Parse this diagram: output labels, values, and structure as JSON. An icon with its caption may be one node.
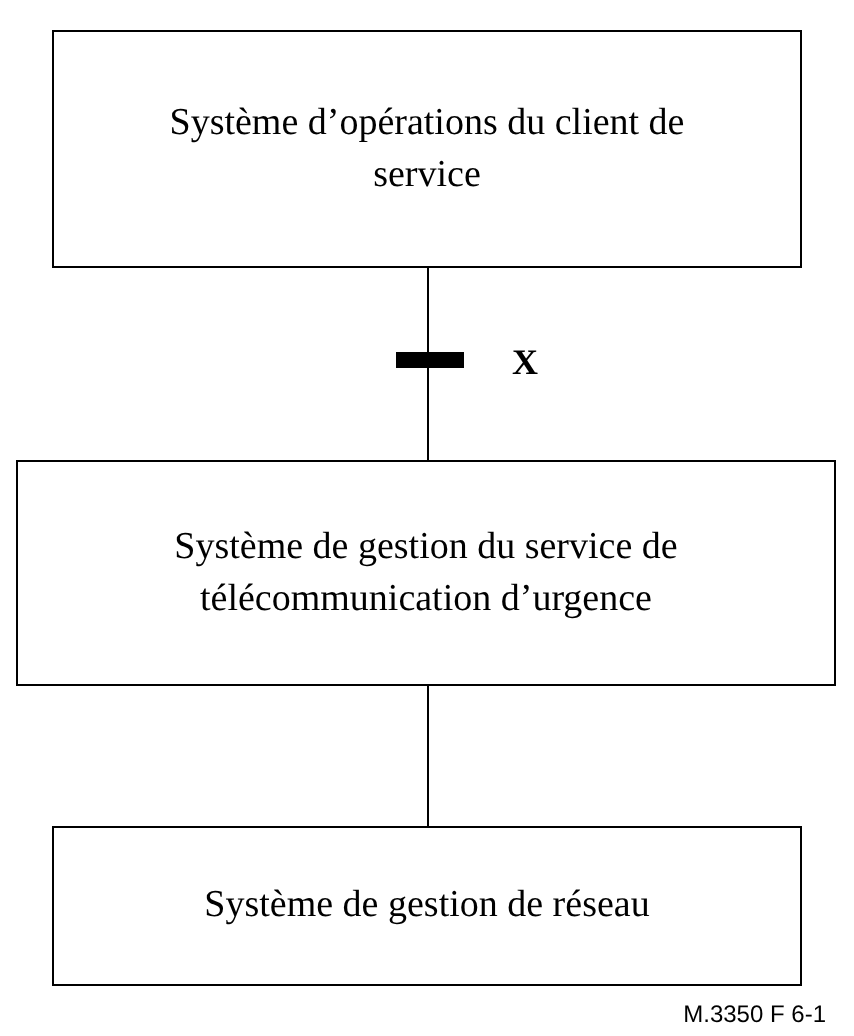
{
  "diagram": {
    "nodes": [
      {
        "text": [
          "Système d’opérations du client de service"
        ]
      },
      {
        "text": [
          "Système de gestion du service de télécommunication d’urgence"
        ]
      },
      {
        "text": [
          "Système de gestion de réseau"
        ]
      }
    ],
    "edges": [
      {
        "from": 0,
        "to": 1,
        "arrow": "none",
        "label": "X"
      },
      {
        "from": 1,
        "to": 2,
        "arrow": "none"
      }
    ],
    "labels": [
      "M.3350 F 6-1"
    ]
  }
}
